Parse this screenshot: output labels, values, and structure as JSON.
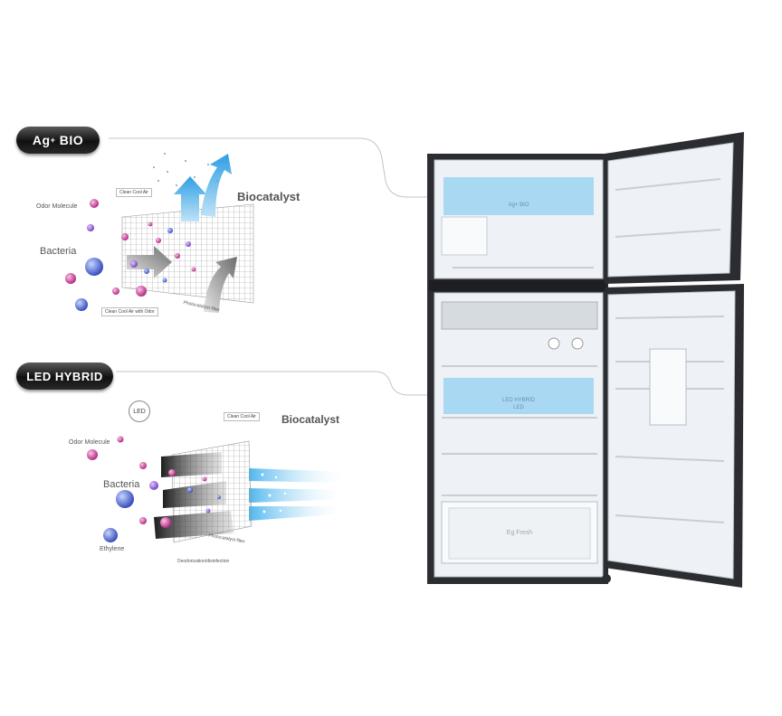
{
  "badges": {
    "ag_bio": "Ag",
    "ag_bio_sup": "+",
    "ag_bio_tail": " BIO",
    "led_hybrid": "LED HYBRID"
  },
  "ag_section": {
    "biocatalyst": "Biocatalyst",
    "clean_cool_air": "Clean Cool Air",
    "odor_molecule": "Odor Molecule",
    "bacteria": "Bacteria",
    "clean_cool_air_odor": "Clean Cool Air with Odor",
    "photocatalyst_filter": "Photocatalyst filter"
  },
  "led_section": {
    "led": "LED",
    "clean_cool_air": "Clean Cool Air",
    "biocatalyst": "Biocatalyst",
    "odor_molecule": "Odor Molecule",
    "bacteria": "Bacteria",
    "ethylene": "Ethylene",
    "photocatalyst_filter": "Photocatalyst filter",
    "deodorization": "Deodorization/disinfection"
  },
  "fridge": {
    "top_panel_text": "Ag+ BIO",
    "mid_panel_line1": "LED HYBRID",
    "mid_panel_line2": "LED",
    "crisper_text": "Eg Fresh"
  },
  "colors": {
    "badge_dark": "#101010",
    "air_blue": "#38a6e8",
    "molecule_pink": "#c2318c",
    "molecule_blue": "#3c5fd6",
    "fridge_body": "#2b2d31",
    "panel_blue": "#a9d8f3"
  }
}
